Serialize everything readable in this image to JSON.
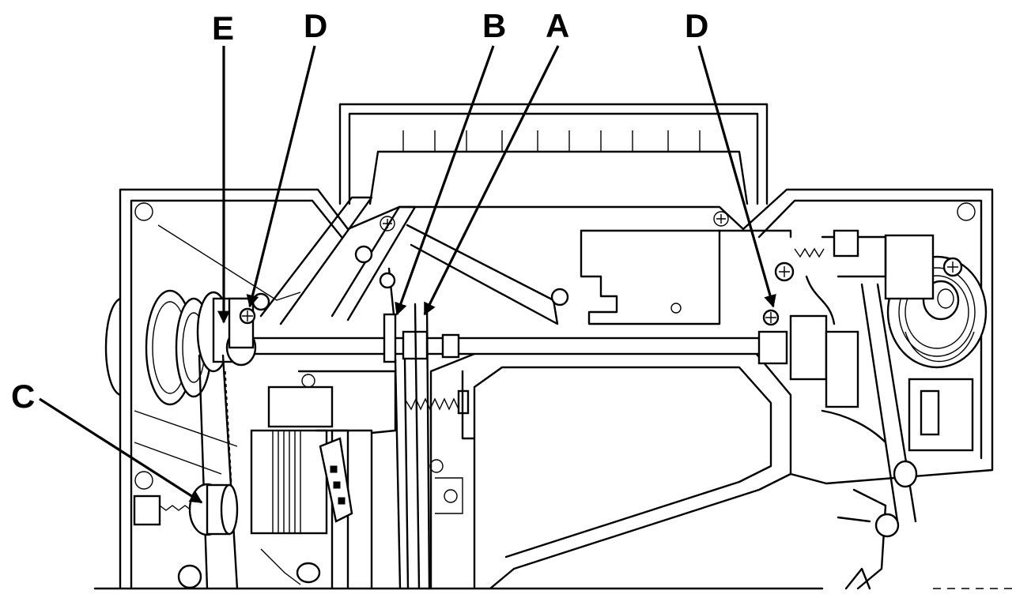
{
  "callouts": [
    {
      "id": "E",
      "label": "E"
    },
    {
      "id": "D-left",
      "label": "D"
    },
    {
      "id": "B",
      "label": "B"
    },
    {
      "id": "A",
      "label": "A"
    },
    {
      "id": "D-right",
      "label": "D"
    },
    {
      "id": "C",
      "label": "C"
    }
  ],
  "colors": {
    "ink": "#000000",
    "paper": "#ffffff"
  }
}
